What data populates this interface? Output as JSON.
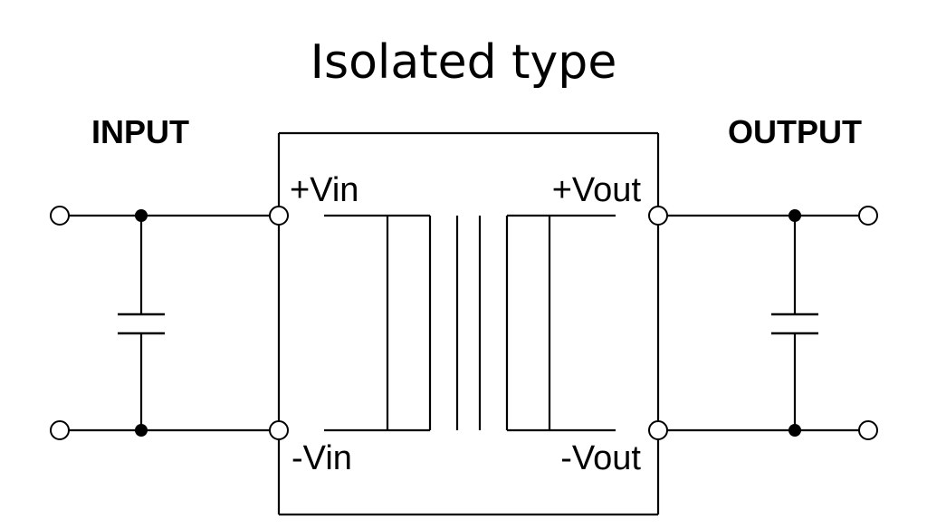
{
  "title": "Isolated type",
  "labels": {
    "input": "INPUT",
    "output": "OUTPUT",
    "vin_plus": "+Vin",
    "vin_minus": "-Vin",
    "vout_plus": "+Vout",
    "vout_minus": "-Vout"
  }
}
